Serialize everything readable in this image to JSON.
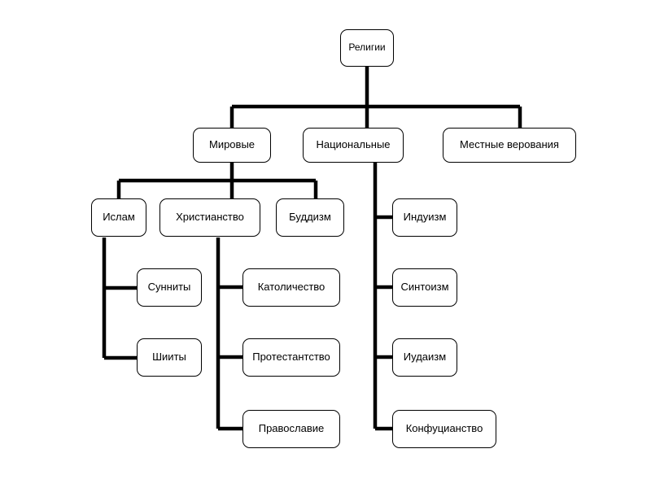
{
  "diagram": {
    "title": "Религии",
    "type": "tree-hierarchy",
    "background_color": "#ffffff",
    "line_color": "#000000",
    "node_fill": "#ffffff",
    "node_border": "#000000",
    "nodes": {
      "root": {
        "label": "Религии"
      },
      "world": {
        "label": "Мировые"
      },
      "national": {
        "label": "Национальные"
      },
      "local": {
        "label": "Местные верования"
      },
      "islam": {
        "label": "Ислам"
      },
      "christianity": {
        "label": "Христианство"
      },
      "buddhism": {
        "label": "Буддизм"
      },
      "hinduism": {
        "label": "Индуизм"
      },
      "sunni": {
        "label": "Сунниты"
      },
      "shia": {
        "label": "Шииты"
      },
      "catholicism": {
        "label": "Католичество"
      },
      "protestantism": {
        "label": "Протестантство"
      },
      "orthodoxy": {
        "label": "Православие"
      },
      "shinto": {
        "label": "Синтоизм"
      },
      "judaism": {
        "label": "Иудаизм"
      },
      "confucianism": {
        "label": "Конфуцианство"
      }
    }
  }
}
